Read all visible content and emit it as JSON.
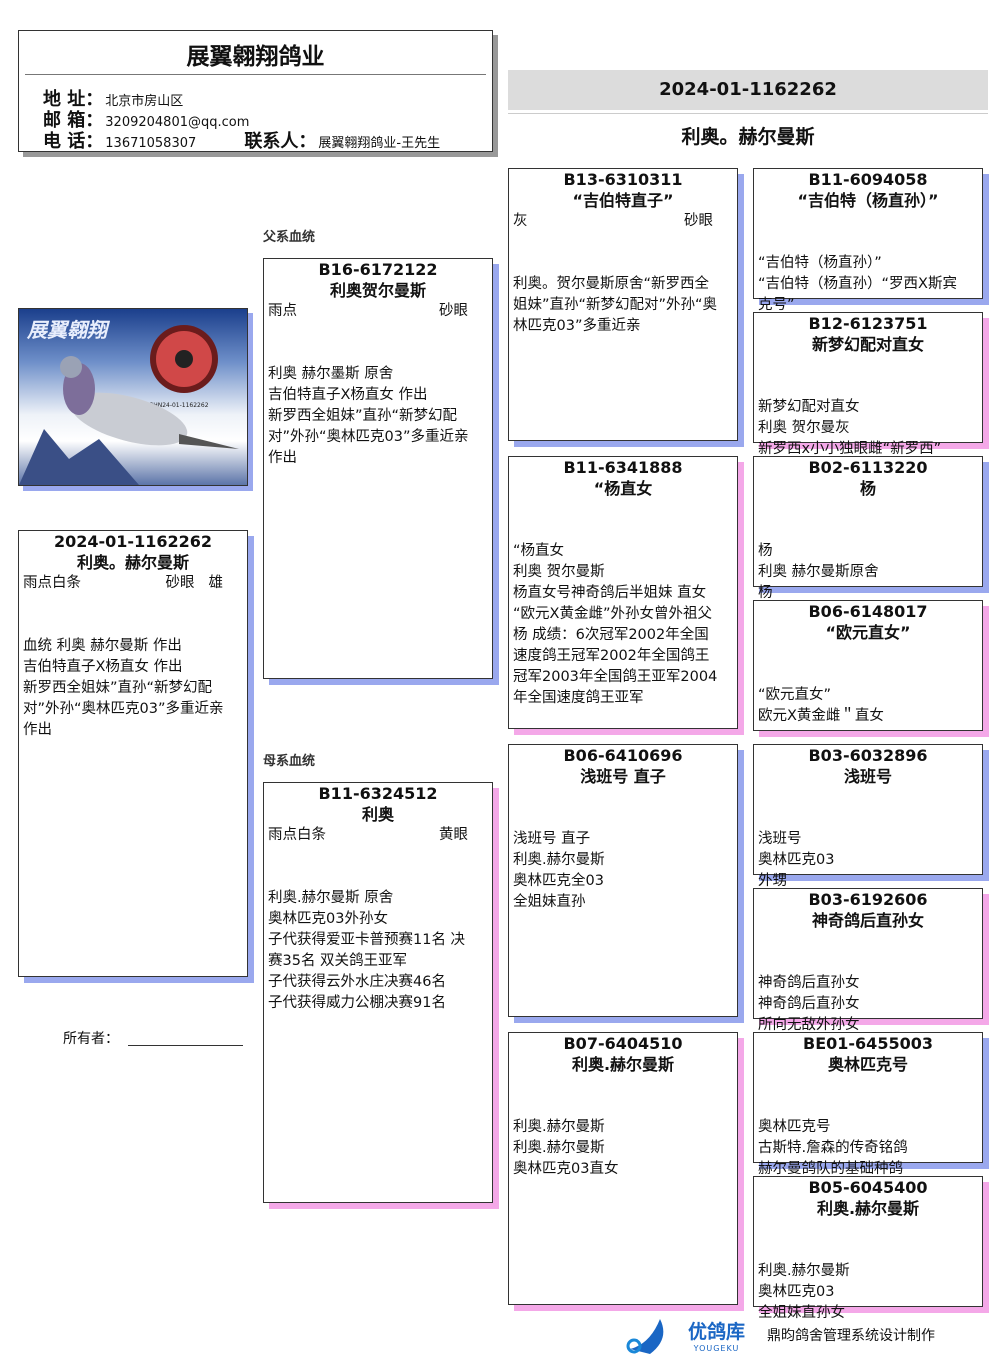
{
  "header": {
    "title": "展翼翱翔鸽业",
    "address_label": "地 址：",
    "address": "北京市房山区",
    "email_label": "邮 箱：",
    "email": "3209204801@qq.com",
    "phone_label": "电 话：",
    "phone": "13671058307",
    "contact_label": "联系人：",
    "contact": "展翼翱翔鸽业-王先生"
  },
  "subject": {
    "ring": "2024-01-1162262",
    "name": "利奥。赫尔曼斯"
  },
  "labels": {
    "sire_line": "父系血统",
    "dam_line": "母系血统",
    "owner": "所有者："
  },
  "photo": {
    "caption": "CHN24-01-1162262",
    "logo_text": "展翼翱翔"
  },
  "cards": [
    {
      "id": "subject",
      "ring": "2024-01-1162262",
      "name": "利奥。赫尔曼斯",
      "color": "雨点白条",
      "eye": "砂眼",
      "sex": "雄",
      "notes": [
        "血统 利奥 赫尔曼斯 作出",
        "吉伯特直子X杨直女 作出",
        "新罗西全姐妹”直孙“新梦幻配",
        "对”外孙“奥林匹克03”多重近亲",
        "作出"
      ]
    },
    {
      "id": "sire",
      "ring": "B16-6172122",
      "name": "利奥贺尔曼斯",
      "color": "雨点",
      "eye": "砂眼",
      "notes": [
        "利奥 赫尔墨斯 原舍",
        "吉伯特直子X杨直女 作出",
        "新罗西全姐妹”直孙“新梦幻配",
        "对”外孙“奥林匹克03”多重近亲",
        "作出"
      ]
    },
    {
      "id": "dam",
      "ring": "B11-6324512",
      "name": "利奥",
      "color": "雨点白条",
      "eye": "黄眼",
      "notes": [
        "利奥.赫尔曼斯 原舍",
        "奥林匹克03外孙女",
        "子代获得爱亚卡普预赛11名 决",
        "赛35名 双关鸽王亚军",
        "子代获得云外水庄决赛46名",
        "子代获得威力公棚决赛91名"
      ]
    },
    {
      "id": "ss",
      "ring": "B13-6310311",
      "name": "“吉伯特直子”",
      "color": "灰",
      "eye": "砂眼",
      "notes": [
        "利奥。贺尔曼斯原舍“新罗西全",
        "姐妹”直孙“新梦幻配对”外孙“奥",
        "林匹克03”多重近亲"
      ]
    },
    {
      "id": "sd",
      "ring": "B11-6341888",
      "name": "“杨直女",
      "notes": [
        "“杨直女",
        "利奥 贺尔曼斯",
        "杨直女号神奇鸽后半姐妹 直女",
        "“欧元X黄金雌”外孙女曾外祖父",
        "杨 成绩：6次冠军2002年全国",
        "速度鸽王冠军2002年全国鸽王",
        "冠军2003年全国鸽王亚军2004",
        "年全国速度鸽王亚军"
      ]
    },
    {
      "id": "ds",
      "ring": "B06-6410696",
      "name": "浅班号 直子",
      "notes": [
        "浅班号 直子",
        "利奥.赫尔曼斯",
        " 奥林匹克全03",
        " 全姐妹直孙"
      ]
    },
    {
      "id": "dd",
      "ring": "B07-6404510",
      "name": "利奥.赫尔曼斯",
      "notes": [
        "利奥.赫尔曼斯",
        "利奥.赫尔曼斯",
        " 奥林匹克03直女"
      ]
    },
    {
      "id": "sss",
      "ring": "B11-6094058",
      "name": "“吉伯特（杨直孙）”",
      "notes": [
        "“吉伯特（杨直孙）”",
        "“吉伯特（杨直孙）“罗西X斯宾",
        "克号”"
      ]
    },
    {
      "id": "ssd",
      "ring": "B12-6123751",
      "name": "新梦幻配对直女",
      "notes": [
        "新梦幻配对直女",
        "利奥 贺尔曼灰",
        "新罗西x小小独眼雌“新罗西”"
      ]
    },
    {
      "id": "sds",
      "ring": "B02-6113220",
      "name": "杨",
      "notes": [
        "杨",
        "利奥 赫尔曼斯原舍",
        "杨"
      ]
    },
    {
      "id": "sdd",
      "ring": "B06-6148017",
      "name": "“欧元直女”",
      "notes": [
        "“欧元直女”",
        "欧元X黄金雌＂直女"
      ]
    },
    {
      "id": "dss",
      "ring": "B03-6032896",
      "name": "浅班号",
      "notes": [
        "浅班号",
        "奥林匹克03",
        "外甥"
      ]
    },
    {
      "id": "dsd",
      "ring": "B03-6192606",
      "name": "神奇鸽后直孙女",
      "notes": [
        "神奇鸽后直孙女",
        "神奇鸽后直孙女",
        "所向无敌外孙女"
      ]
    },
    {
      "id": "dds",
      "ring": "BE01-6455003",
      "name": "奥林匹克号",
      "notes": [
        "奥林匹克号",
        "古斯特.詹森的传奇铭鸽",
        "赫尔曼鸽队的基础种鸽"
      ]
    },
    {
      "id": "ddd",
      "ring": "B05-6045400",
      "name": "利奥.赫尔曼斯",
      "notes": [
        "利奥.赫尔曼斯",
        "奥林匹克03",
        "全姐妹直孙女"
      ]
    }
  ],
  "footer": {
    "brand": "优鸽库",
    "brand_en": "YOUGEKU",
    "credit": "鼎昀鸽舍管理系统设计制作"
  },
  "colors": {
    "male_shadow": "#9aa8ee",
    "female_shadow": "#f4a8e8"
  }
}
